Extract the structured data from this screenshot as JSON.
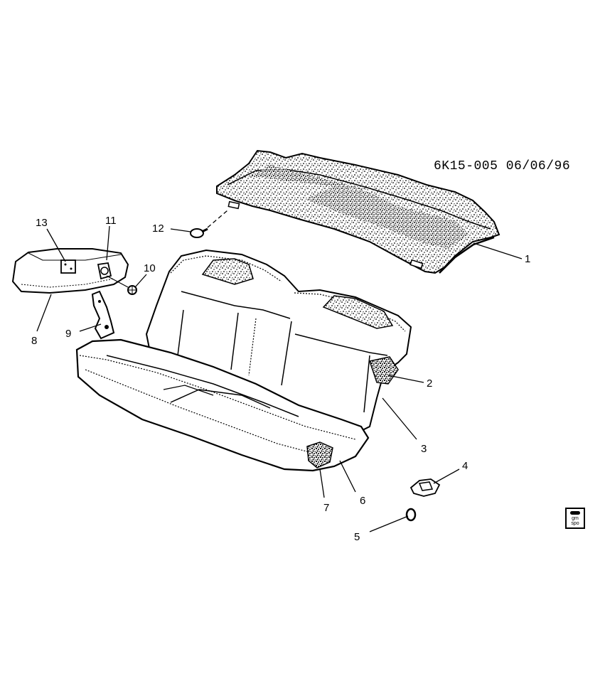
{
  "drawing_code": "6K15-005 06/06/96",
  "logo_text": [
    "gm",
    "spo"
  ],
  "callouts": [
    "1",
    "2",
    "3",
    "4",
    "5",
    "6",
    "7",
    "8",
    "9",
    "10",
    "11",
    "12",
    "13"
  ],
  "colors": {
    "ink": "#000000",
    "paper": "#ffffff"
  }
}
